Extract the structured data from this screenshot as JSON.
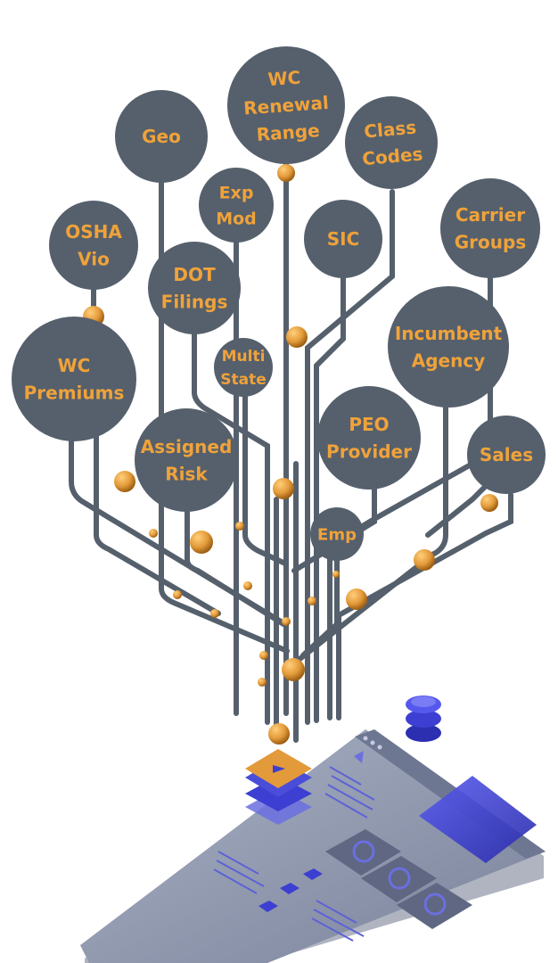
{
  "diagram": {
    "nodes": [
      {
        "id": "wc-renewal-range",
        "lines": [
          "WC",
          "Renewal",
          "Range"
        ]
      },
      {
        "id": "geo",
        "lines": [
          "Geo"
        ]
      },
      {
        "id": "class-codes",
        "lines": [
          "Class",
          "Codes"
        ]
      },
      {
        "id": "exp-mod",
        "lines": [
          "Exp",
          "Mod"
        ]
      },
      {
        "id": "osha-vio",
        "lines": [
          "OSHA",
          "Vio"
        ]
      },
      {
        "id": "sic",
        "lines": [
          "SIC"
        ]
      },
      {
        "id": "carrier-groups",
        "lines": [
          "Carrier",
          "Groups"
        ]
      },
      {
        "id": "dot-filings",
        "lines": [
          "DOT",
          "Filings"
        ]
      },
      {
        "id": "multi-state",
        "lines": [
          "Multi",
          "State"
        ]
      },
      {
        "id": "incumbent-agency",
        "lines": [
          "Incumbent",
          "Agency"
        ]
      },
      {
        "id": "wc-premiums",
        "lines": [
          "WC",
          "Premiums"
        ]
      },
      {
        "id": "peo-provider",
        "lines": [
          "PEO",
          "Provider"
        ]
      },
      {
        "id": "assigned-risk",
        "lines": [
          "Assigned",
          "Risk"
        ]
      },
      {
        "id": "sales",
        "lines": [
          "Sales"
        ]
      },
      {
        "id": "emp",
        "lines": [
          "Emp"
        ]
      }
    ]
  },
  "colors": {
    "node_fill": "#55606c",
    "label": "#f0a23a",
    "orb": "#e39a3a",
    "platform": "#8d96ad",
    "accent_blue": "#3c3fd1"
  }
}
